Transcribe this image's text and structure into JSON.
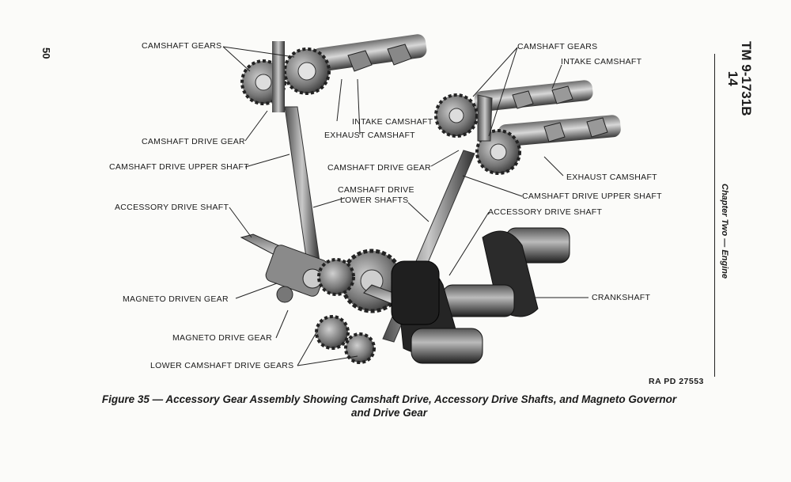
{
  "page_number": "50",
  "header": {
    "tm_line1": "TM 9-1731B",
    "tm_line2": "14"
  },
  "chapter": "Chapter Two — Engine",
  "labels": {
    "camshaft_gears_left": "CAMSHAFT GEARS",
    "camshaft_drive_gear_left": "CAMSHAFT DRIVE GEAR",
    "camshaft_drive_upper_shaft_left": "CAMSHAFT DRIVE UPPER SHAFT",
    "accessory_drive_shaft_left": "ACCESSORY DRIVE SHAFT",
    "magneto_driven_gear": "MAGNETO DRIVEN GEAR",
    "magneto_drive_gear": "MAGNETO DRIVE GEAR",
    "lower_camshaft_drive_gears": "LOWER CAMSHAFT DRIVE GEARS",
    "intake_camshaft_mid": "INTAKE CAMSHAFT",
    "exhaust_camshaft_mid": "EXHAUST CAMSHAFT",
    "camshaft_drive_gear_mid": "CAMSHAFT DRIVE GEAR",
    "camshaft_drive_lower_1": "CAMSHAFT DRIVE",
    "camshaft_drive_lower_2": "LOWER SHAFTS",
    "camshaft_gears_right": "CAMSHAFT GEARS",
    "intake_camshaft_right": "INTAKE CAMSHAFT",
    "exhaust_camshaft_right": "EXHAUST CAMSHAFT",
    "camshaft_drive_upper_shaft_right": "CAMSHAFT DRIVE UPPER SHAFT",
    "accessory_drive_shaft_right": "ACCESSORY DRIVE SHAFT",
    "crankshaft": "CRANKSHAFT"
  },
  "ra_code": "RA PD 27553",
  "caption_line1": "Figure 35 — Accessory Gear Assembly Showing Camshaft Drive, Accessory Drive Shafts, and Magneto Governor",
  "caption_line2": "and Drive Gear"
}
